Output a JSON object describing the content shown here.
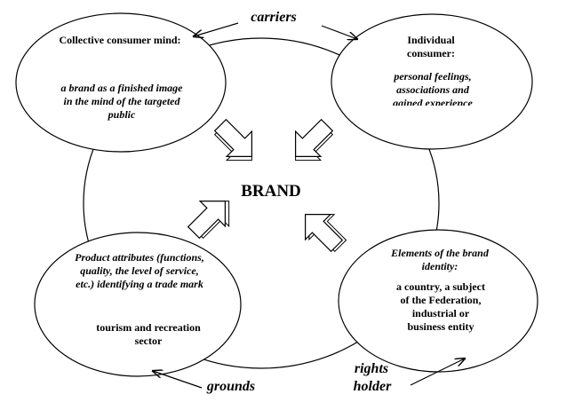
{
  "center": {
    "label": "BRAND"
  },
  "nodes": {
    "top_left": {
      "heading": "Collective consumer mind:",
      "body": "a brand as a finished image in the mind of the targeted public"
    },
    "top_right": {
      "heading": "Individual consumer:",
      "body": "personal feelings, associations and gained experience"
    },
    "bottom_left": {
      "heading": "Product attributes (functions, quality, the level of service, etc.) identifying a trade mark",
      "body": "tourism and recreation sector"
    },
    "bottom_right": {
      "heading": "Elements of the brand identity:",
      "body": "a country, a subject of the Federation, industrial or business entity"
    }
  },
  "connectors": {
    "top": "carriers",
    "bottom_left": "grounds",
    "bottom_right_line1": "rights",
    "bottom_right_line2": "holder"
  }
}
